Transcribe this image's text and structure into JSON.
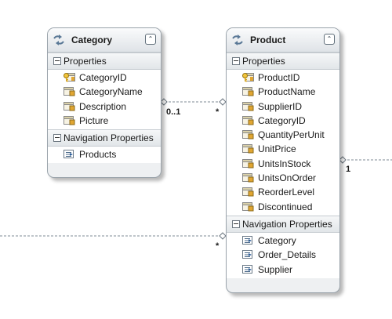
{
  "entities": {
    "category": {
      "title": "Category",
      "properties_label": "Properties",
      "properties": [
        {
          "name": "CategoryID",
          "key": true
        },
        {
          "name": "CategoryName",
          "key": false
        },
        {
          "name": "Description",
          "key": false
        },
        {
          "name": "Picture",
          "key": false
        }
      ],
      "navigation_label": "Navigation Properties",
      "navigation": [
        "Products"
      ]
    },
    "product": {
      "title": "Product",
      "properties_label": "Properties",
      "properties": [
        {
          "name": "ProductID",
          "key": true
        },
        {
          "name": "ProductName",
          "key": false
        },
        {
          "name": "SupplierID",
          "key": false
        },
        {
          "name": "CategoryID",
          "key": false
        },
        {
          "name": "QuantityPerUnit",
          "key": false
        },
        {
          "name": "UnitPrice",
          "key": false
        },
        {
          "name": "UnitsInStock",
          "key": false
        },
        {
          "name": "UnitsOnOrder",
          "key": false
        },
        {
          "name": "ReorderLevel",
          "key": false
        },
        {
          "name": "Discontinued",
          "key": false
        }
      ],
      "navigation_label": "Navigation Properties",
      "navigation": [
        "Category",
        "Order_Details",
        "Supplier"
      ]
    }
  },
  "associations": {
    "category_end": "0..1",
    "product_end": "*",
    "product_right_end": "1",
    "product_left_end": "*"
  }
}
